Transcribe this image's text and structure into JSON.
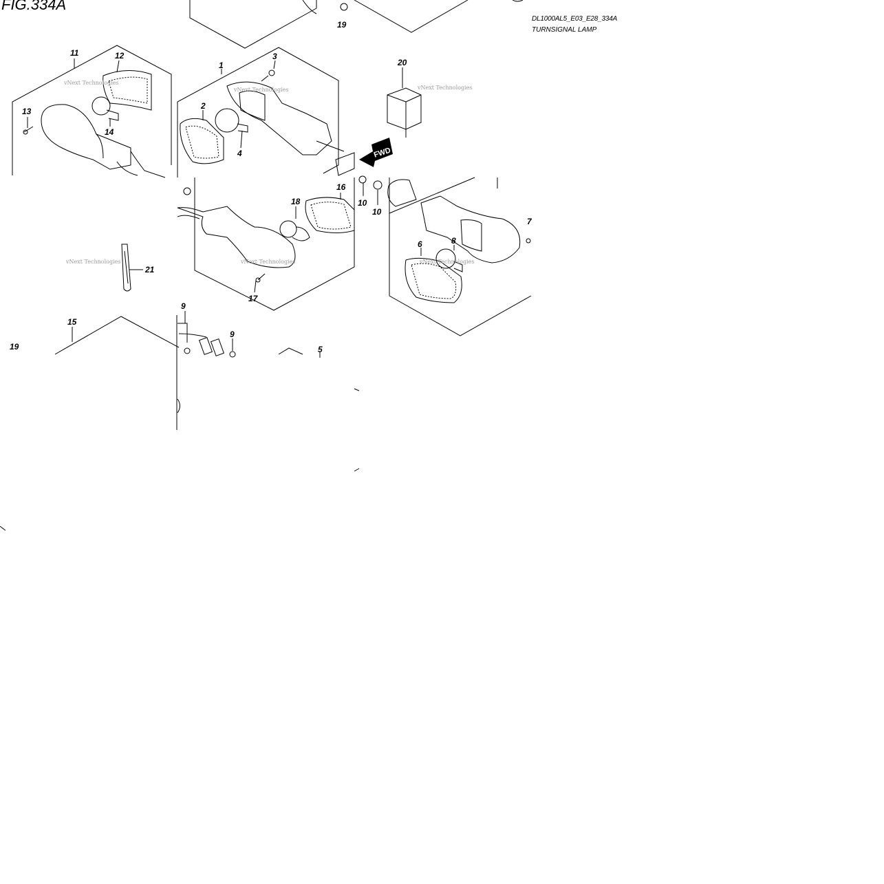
{
  "figure": {
    "number": "FIG.334A",
    "code": "DL1000AL5_E03_E28_334A",
    "title": "TURNSIGNAL LAMP"
  },
  "watermark": "vNext Technologies",
  "direction_label": "FWD",
  "callouts": [
    "1",
    "2",
    "3",
    "4",
    "5",
    "6",
    "7",
    "8",
    "9",
    "9",
    "10",
    "10",
    "11",
    "12",
    "13",
    "14",
    "15",
    "16",
    "17",
    "18",
    "19",
    "19",
    "20",
    "21"
  ]
}
